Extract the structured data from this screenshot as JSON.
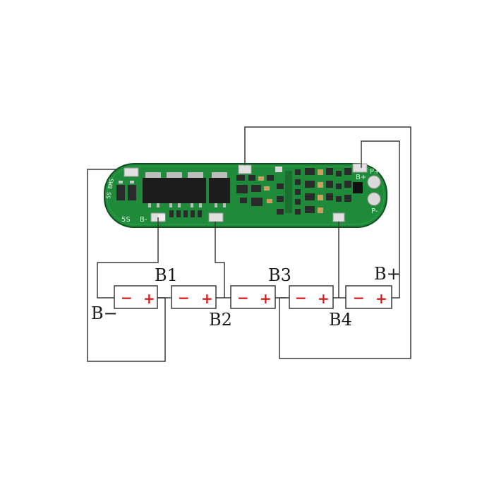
{
  "board": {
    "silk_left_top": "5S BMS",
    "silk_bottom_left": "5S",
    "silk_b_minus": "B-",
    "silk_b_plus": "B+",
    "silk_p_plus": "P+",
    "silk_p_minus": "P-"
  },
  "labels": {
    "b1": "B1",
    "b2": "B2",
    "b3": "B3",
    "b4": "B4",
    "b_plus": "B+",
    "b_minus": "B−"
  },
  "cells": [
    {
      "neg": "−",
      "pos": "+"
    },
    {
      "neg": "−",
      "pos": "+"
    },
    {
      "neg": "−",
      "pos": "+"
    },
    {
      "neg": "−",
      "pos": "+"
    },
    {
      "neg": "−",
      "pos": "+"
    }
  ],
  "colors": {
    "pcb": "#1f8a3a",
    "pcb_dark": "#14652a",
    "pcb_edge": "#0f4f20",
    "wire": "#3a3a3a",
    "plus_sign": "#d62020",
    "minus_sign": "#d62020",
    "pad": "#d9d9d9",
    "mosfet": "#1c1c1c"
  }
}
